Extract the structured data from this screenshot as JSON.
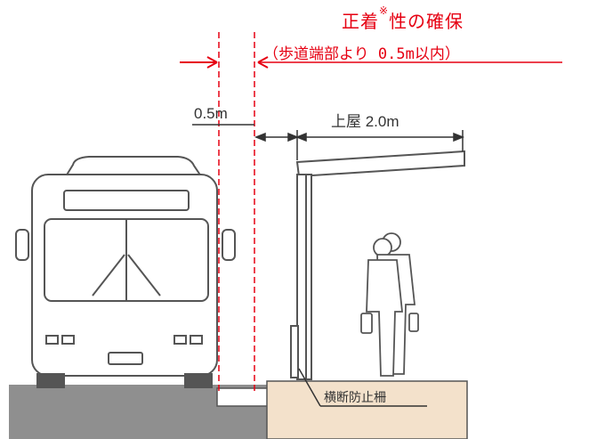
{
  "title": {
    "main": "正着",
    "mark": "※",
    "rest": "性の確保"
  },
  "subtitle": "（歩道端部より 0.5m以内）",
  "dim_gap": "0.5m",
  "dim_shelter": "上屋 2.0m",
  "note_fence": "横断防止柵",
  "colors": {
    "accent": "#e60012",
    "line": "#333333",
    "ground": "#8a8a8a",
    "platform": "#f1dcc4"
  }
}
